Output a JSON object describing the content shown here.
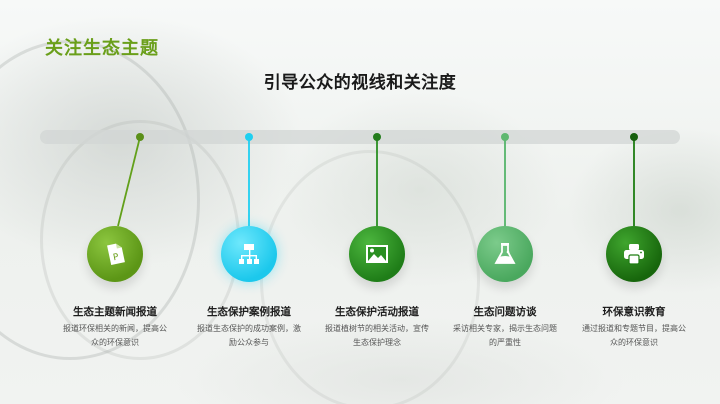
{
  "slide": {
    "title": "关注生态主题",
    "subtitle": "引导公众的视线和关注度"
  },
  "colors": {
    "title_green": "#6a9f1a",
    "track": "#d2d6d4"
  },
  "timeline": {
    "items": [
      {
        "title": "生态主题新闻报道",
        "description": "报道环保相关的新闻，提高公众的环保意识",
        "icon": "document-p-icon",
        "color": "#62a01a",
        "color_light": "#8cc63f"
      },
      {
        "title": "生态保护案例报道",
        "description": "报道生态保护的成功案例，激励公众参与",
        "icon": "sitemap-icon",
        "color": "#1fcff0",
        "color_light": "#58e2fb"
      },
      {
        "title": "生态保护活动报道",
        "description": "报道植树节的相关活动，宣传生态保护理念",
        "icon": "image-icon",
        "color": "#2a8f22",
        "color_light": "#4cb63e"
      },
      {
        "title": "生态问题访谈",
        "description": "采访相关专家，揭示生态问题的严重性",
        "icon": "flask-icon",
        "color": "#55b46a",
        "color_light": "#7ccb8b"
      },
      {
        "title": "环保意识教育",
        "description": "通过报道和专题节目，提高公众的环保意识",
        "icon": "printer-icon",
        "color": "#1e7d12",
        "color_light": "#3fa52e"
      }
    ]
  }
}
